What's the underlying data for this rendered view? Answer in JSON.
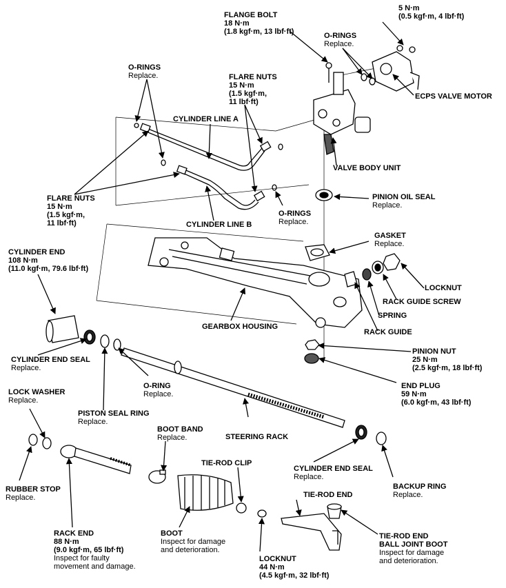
{
  "labels": {
    "flange_bolt": {
      "title": "FLANGE BOLT",
      "lines": [
        "18 N·m",
        "(1.8 kgf·m, 13 lbf·ft)"
      ]
    },
    "valve_motor_torque": {
      "lines": [
        "5 N·m",
        "(0.5 kgf·m, 4 lbf·ft)"
      ]
    },
    "orings_top": {
      "title": "O-RINGS",
      "note": "Replace."
    },
    "ecps_valve_motor": {
      "title": "ECPS VALVE MOTOR"
    },
    "orings_left": {
      "title": "O-RINGS",
      "note": "Replace."
    },
    "flare_nuts_top": {
      "title": "FLARE NUTS",
      "lines": [
        "15 N·m",
        "(1.5 kgf·m,",
        "11 lbf·ft)"
      ]
    },
    "cylinder_line_a": {
      "title": "CYLINDER LINE A"
    },
    "valve_body_unit": {
      "title": "VALVE BODY UNIT"
    },
    "flare_nuts_left": {
      "title": "FLARE NUTS",
      "lines": [
        "15 N·m",
        "(1.5 kgf·m,",
        "11 lbf·ft)"
      ]
    },
    "pinion_oil_seal": {
      "title": "PINION OIL SEAL",
      "note": "Replace."
    },
    "orings_mid": {
      "title": "O-RINGS",
      "note": "Replace."
    },
    "cylinder_line_b": {
      "title": "CYLINDER LINE B"
    },
    "gasket": {
      "title": "GASKET",
      "note": "Replace."
    },
    "cylinder_end": {
      "title": "CYLINDER END",
      "lines": [
        "108 N·m",
        "(11.0 kgf·m, 79.6 lbf·ft)"
      ]
    },
    "locknut_right": {
      "title": "LOCKNUT"
    },
    "rack_guide_screw": {
      "title": "RACK GUIDE SCREW"
    },
    "spring": {
      "title": "SPRING"
    },
    "gearbox_housing": {
      "title": "GEARBOX HOUSING"
    },
    "rack_guide": {
      "title": "RACK GUIDE"
    },
    "pinion_nut": {
      "title": "PINION NUT",
      "lines": [
        "25 N·m",
        "(2.5 kgf·m, 18 lbf·ft)"
      ]
    },
    "cylinder_end_seal_left": {
      "title": "CYLINDER END SEAL",
      "note": "Replace."
    },
    "oring_single": {
      "title": "O-RING",
      "note": "Replace."
    },
    "end_plug": {
      "title": "END PLUG",
      "lines": [
        "59 N·m",
        "(6.0 kgf·m, 43 lbf·ft)"
      ]
    },
    "lock_washer": {
      "title": "LOCK WASHER",
      "note": "Replace."
    },
    "piston_seal_ring": {
      "title": "PISTON SEAL RING",
      "note": "Replace."
    },
    "boot_band": {
      "title": "BOOT BAND",
      "note": "Replace."
    },
    "steering_rack": {
      "title": "STEERING RACK"
    },
    "tie_rod_clip": {
      "title": "TIE-ROD CLIP"
    },
    "cylinder_end_seal_right": {
      "title": "CYLINDER END SEAL",
      "note": "Replace."
    },
    "rubber_stop": {
      "title": "RUBBER STOP",
      "note": "Replace."
    },
    "backup_ring": {
      "title": "BACKUP RING",
      "note": "Replace."
    },
    "tie_rod_end": {
      "title": "TIE-ROD END"
    },
    "rack_end": {
      "title": "RACK END",
      "lines": [
        "88 N·m",
        "(9.0 kgf·m, 65 lbf·ft)"
      ],
      "note_lines": [
        "Inspect for faulty",
        "movement and damage."
      ]
    },
    "boot": {
      "title": "BOOT",
      "note_lines": [
        "Inspect for damage",
        "and deterioration."
      ]
    },
    "tie_rod_end_boot": {
      "title": "TIE-ROD END",
      "title2": "BALL JOINT BOOT",
      "note_lines": [
        "Inspect for damage",
        "and deterioration."
      ]
    },
    "locknut_bottom": {
      "title": "LOCKNUT",
      "lines": [
        "44 N·m",
        "(4.5 kgf·m, 32 lbf·ft)"
      ]
    }
  }
}
